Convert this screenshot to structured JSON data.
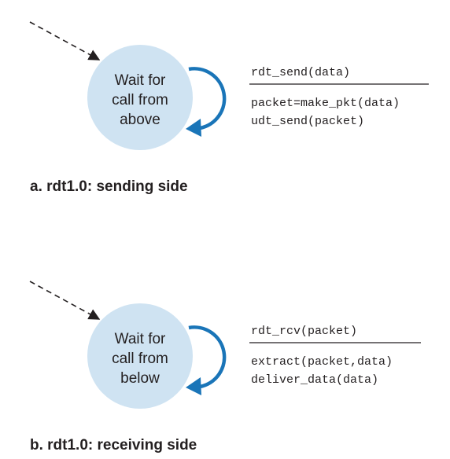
{
  "colors": {
    "state_fill": "#cfe3f2",
    "loop_arrow": "#1a75b8",
    "ink": "#231f20"
  },
  "sender": {
    "state_lines": [
      "Wait for",
      "call from",
      "above"
    ],
    "event": "rdt_send(data)",
    "actions": [
      "packet=make_pkt(data)",
      "udt_send(packet)"
    ],
    "caption": "a. rdt1.0: sending side"
  },
  "receiver": {
    "state_lines": [
      "Wait for",
      "call from",
      "below"
    ],
    "event": "rdt_rcv(packet)",
    "actions": [
      "extract(packet,data)",
      "deliver_data(data)"
    ],
    "caption": "b. rdt1.0: receiving side"
  }
}
